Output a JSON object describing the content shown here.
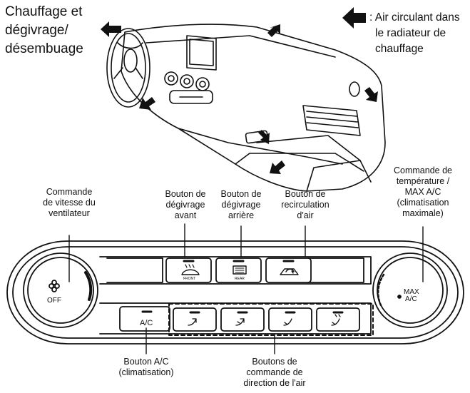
{
  "heading": {
    "line1": "Chauffage et",
    "line2": "dégivrage/",
    "line3": "désembuage"
  },
  "legend": {
    "line1": ": Air circulant dans",
    "line2": "le radiateur de",
    "line3": "chauffage"
  },
  "labels": {
    "fan": {
      "line1": "Commande",
      "line2": "de vitesse du",
      "line3": "ventilateur"
    },
    "front_defrost": {
      "line1": "Bouton de",
      "line2": "dégivrage",
      "line3": "avant"
    },
    "rear_defrost": {
      "line1": "Bouton de",
      "line2": "dégivrage",
      "line3": "arrière"
    },
    "recirc": {
      "line1": "Bouton de",
      "line2": "recirculation",
      "line3": "d'air"
    },
    "temp": {
      "line1": "Commande de",
      "line2": "température /",
      "line3": "MAX A/C",
      "line4": "(climatisation",
      "line5": "maximale)"
    },
    "ac": {
      "line1": "Bouton A/C",
      "line2": "(climatisation)"
    },
    "direction": {
      "line1": "Boutons de",
      "line2": "commande de",
      "line3": "direction de l'air"
    }
  },
  "panel": {
    "fan_knob_text": "OFF",
    "temp_knob_line1": "MAX",
    "temp_knob_line2": "A/C",
    "ac_button_text": "A/C",
    "front_tag": "FRONT",
    "rear_tag": "REAR"
  },
  "colors": {
    "ink": "#111111",
    "background": "#ffffff"
  }
}
